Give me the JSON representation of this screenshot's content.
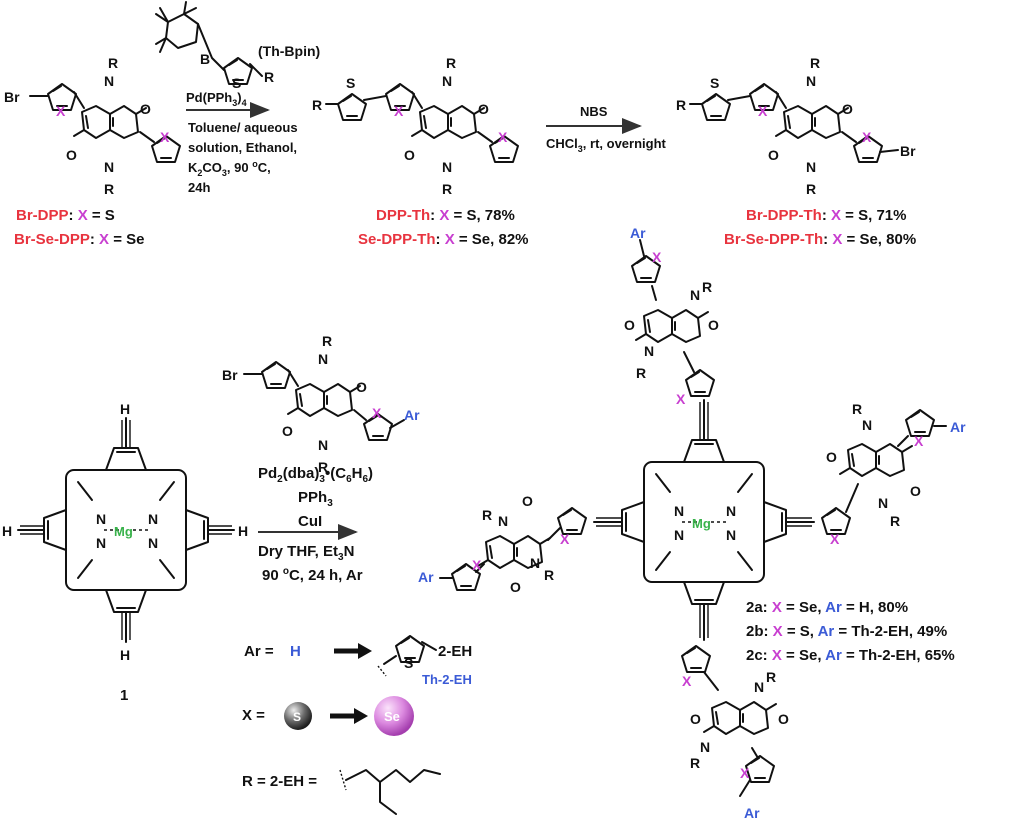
{
  "reaction1": {
    "reagent_label": "(Th-Bpin)",
    "boron": "B",
    "catalyst": "Pd(PPh",
    "catalyst_sub": "3",
    "catalyst_close": ")",
    "catalyst_sub2": "4",
    "conditions": [
      "Toluene/ aqueous",
      "solution, Ethanol,",
      "24h"
    ],
    "base_line": {
      "a": "K",
      "b": "2",
      "c": "CO",
      "d": "3",
      "e": ", 90 ",
      "f": "o",
      "g": "C,"
    }
  },
  "reaction2": {
    "reagent": "NBS",
    "conditions": "CHCl",
    "conditions_sub": "3",
    "conditions_rest": ", rt, overnight"
  },
  "reaction3": {
    "catalyst": {
      "a": "Pd",
      "b": "2",
      "c": "(dba)",
      "d": "3",
      "e": "•(C",
      "f": "6",
      "g": "H",
      "h": "6",
      "i": ")"
    },
    "ligand": "PPh",
    "ligand_sub": "3",
    "cocatalyst": "CuI",
    "solvent": "Dry THF, Et",
    "solvent_sub": "3",
    "solvent_end": "N",
    "temp": {
      "a": "90 ",
      "b": "o",
      "c": "C, 24 h, Ar"
    }
  },
  "compounds": {
    "br_dpp": {
      "name": "Br-DPP",
      "rest": ": ",
      "x": "X",
      "eq": " = S"
    },
    "br_se_dpp": {
      "name": "Br-Se-DPP",
      "rest": ": ",
      "x": "X",
      "eq": " = Se"
    },
    "dpp_th": {
      "name": "DPP-Th",
      "rest": ": ",
      "x": "X",
      "eq": " = S, 78%"
    },
    "se_dpp_th": {
      "name": "Se-DPP-Th",
      "rest": ": ",
      "x": "X",
      "eq": " = Se, 82%"
    },
    "br_dpp_th": {
      "name": "Br-DPP-Th",
      "rest": ": ",
      "x": "X",
      "eq": " = S, 71%"
    },
    "br_se_dpp_th": {
      "name": "Br-Se-DPP-Th",
      "rest": ": ",
      "x": "X",
      "eq": " = Se, 80%"
    },
    "porphyrin_id": "1"
  },
  "products": [
    {
      "id": "2a: ",
      "x": "X",
      "xv": " = Se, ",
      "ar": "Ar",
      "arv": " = H, 80%"
    },
    {
      "id": "2b: ",
      "x": "X",
      "xv": " = S, ",
      "ar": "Ar",
      "arv": " = Th-2-EH, 49%"
    },
    {
      "id": "2c: ",
      "x": "X",
      "xv": " = Se, ",
      "ar": "Ar",
      "arv": " = Th-2-EH, 65%"
    }
  ],
  "legend": {
    "ar_label": "Ar = ",
    "ar_from": "H",
    "ar_to": "2-EH",
    "ar_to_name": "Th-2-EH",
    "x_label": "X = ",
    "x_from": "S",
    "x_to": "Se",
    "r_label": "R = 2-EH ="
  },
  "atoms": {
    "N": "N",
    "O": "O",
    "R": "R",
    "S": "S",
    "X": "X",
    "Br": "Br",
    "Ar": "Ar",
    "H": "H",
    "Mg": "Mg",
    "B": "B"
  },
  "colors": {
    "red": "#e8343f",
    "blue": "#3b5bd6",
    "pink": "#c83fd0",
    "mg_green": "#38b24a",
    "black": "#111111"
  }
}
